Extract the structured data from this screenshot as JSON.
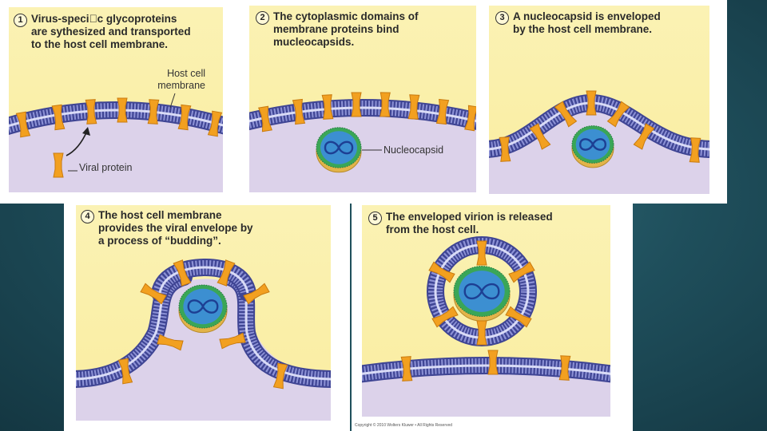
{
  "panels": [
    {
      "number": "1",
      "caption": "Virus-speci\u0000c glycoproteins\nare sythesized and transported\nto the host cell membrane.",
      "labels": {
        "membrane": "Host cell\nmembrane",
        "protein": "Viral protein"
      }
    },
    {
      "number": "2",
      "caption": "The cytoplasmic domains of\nmembrane proteins bind\nmucleocapsids.",
      "labels": {
        "nucleocapsid": "Nucleocapsid"
      }
    },
    {
      "number": "3",
      "caption": "A nucleocapsid is enveloped\nby the host cell membrane.",
      "labels": {}
    },
    {
      "number": "4",
      "caption": "The host cell membrane\nprovides the viral envelope by\na process of “budding”.",
      "labels": {}
    },
    {
      "number": "5",
      "caption": "The enveloped virion is released\nfrom the host cell.",
      "labels": {}
    }
  ],
  "copyright": "Copyright © 2010 Wolters Kluwer • All Rights Reserved",
  "colors": {
    "panel_bg": "#f9eda0",
    "cytoplasm": "#dcd2ea",
    "membrane": "#5a5fb0",
    "protein": "#f2a020",
    "capsid_blue": "#3c8fd1",
    "capsid_ring": "#3aa657",
    "capsid_gold": "#e2b44a",
    "background": "#1f4f5c"
  }
}
